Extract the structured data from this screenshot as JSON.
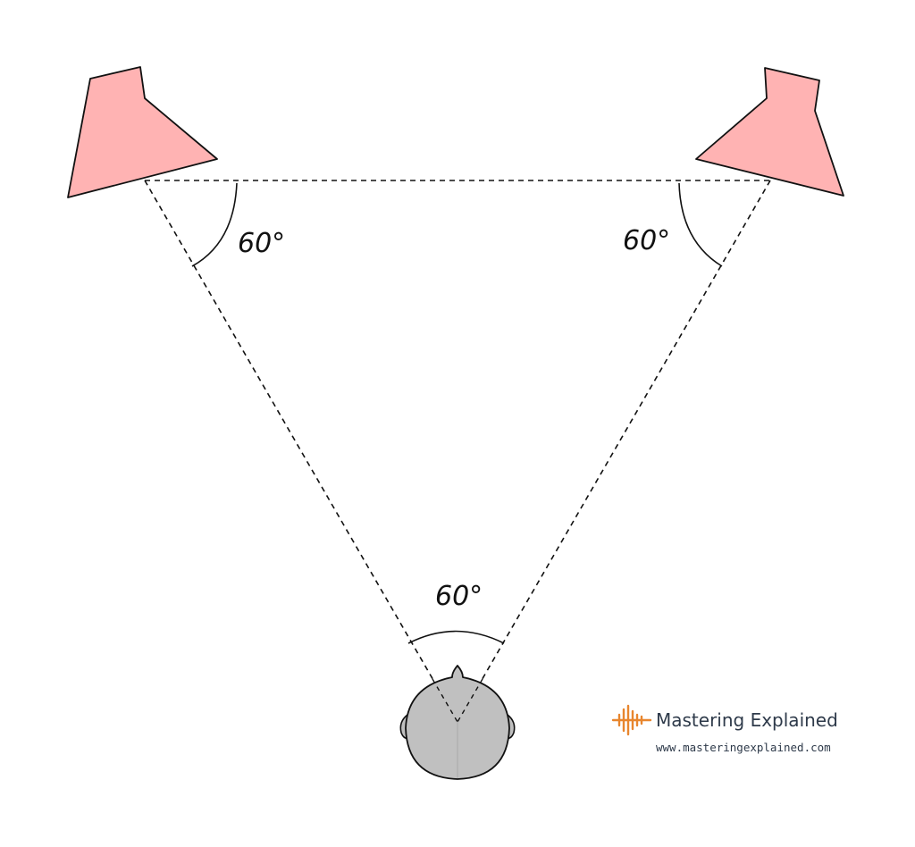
{
  "diagram": {
    "angles": {
      "left_speaker": "60°",
      "right_speaker": "60°",
      "listener": "60°"
    },
    "brand": {
      "name": "Mastering Explained",
      "url": "www.masteringexplained.com",
      "icon": "waveform-icon",
      "accent_color": "#e8862e"
    },
    "colors": {
      "speaker_fill": "#ffb3b3",
      "head_fill": "#c0c0c0",
      "line": "#111111"
    }
  }
}
